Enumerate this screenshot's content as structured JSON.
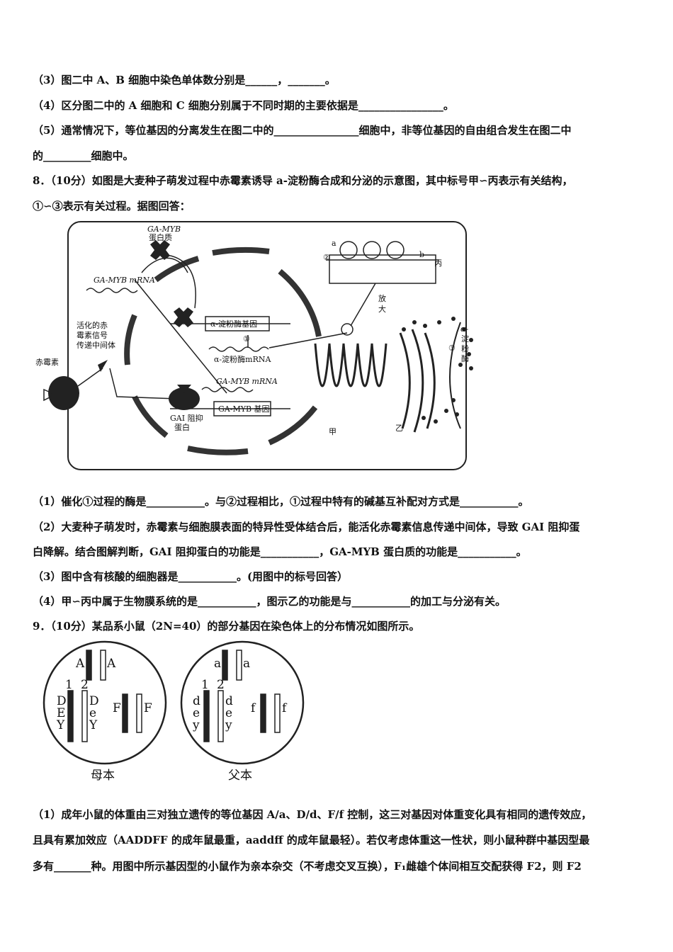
{
  "lines": [
    "（3）图二中 A、B 细胞中染色单体数分别是______，_______。",
    "（4）区分图二中的 A 细胞和 C 细胞分别属于不同时期的主要依据是________________。",
    "（5）通常情况下，等位基因的分离发生在图二中的________________细胞中，非等位基因的自由组合发生在图二中",
    "的_________细胞中。",
    "8．（10分）如图是大麦种子萌发过程中赤霉素诱导 a-淀粉酶合成和分泌的示意图，其中标号甲∽丙表示有关结构，",
    "①∽③表示有关过程。据图回答：",
    "（1）催化①过程的酶是___________。与②过程相比，①过程中特有的碱基互补配对方式是___________。",
    "（2）大麦种子萌发时，赤霉素与细胞膜表面的特异性受体结合后，能活化赤霉素信息传递中间体，导致 GAI 阻抑蛋",
    "白降解。结合图解判断，GAI 阻抑蛋白的功能是___________，GA-MYB 蛋白质的功能是___________。",
    "（3）图中含有核酸的细胞器是___________。(用图中的标号回答）",
    "（4）甲∽丙中属于生物膜系统的是___________，图示乙的功能是与___________的加工与分泌有关。",
    "9．（10分）某品系小鼠（2N=40）的部分基因在染色体上的分布情况如图所示。",
    "（1）成年小鼠的体重由三对独立遗传的等位基因 A/a、D/d、F/f 控制，这三对基因对体重变化具有相同的遗传效应，",
    "且具有累加效应（AADDFF 的成年鼠最重，aaddff 的成年鼠最轻）。若仅考虑体重这一性状，则小鼠种群中基因型最",
    "多有_______种。用图中所示基因型的小鼠作为亲本杂交（不考虑交叉互换），F₁雌雄个体间相互交配获得 F2，则 F2"
  ],
  "diagram1": {
    "labels": {
      "gamyb_protein_1": "GA-MYB",
      "gamyb_protein_2": "蛋白质",
      "gamyb_mrna_top": "GA-MYB mRNA",
      "alpha_gene": "α-淀粉酶基因",
      "step1": "①",
      "alpha_mrna": "α-淀粉酶mRNA",
      "gamyb_mrna_bottom": "GA-MYB mRNA",
      "gamyb_gene": "GA-MYB 基因",
      "gai_1": "GAI 阻抑",
      "gai_2": "蛋白",
      "signal_1": "活化的赤",
      "signal_2": "霉素信号",
      "signal_3": "传递中间体",
      "gibberellin": "赤霉素",
      "label_a": "a",
      "label_b": "b",
      "step2": "②",
      "label_bing": "丙",
      "magnify_1": "放",
      "magnify_2": "大",
      "label_jia": "甲",
      "label_yi": "乙",
      "step3": "③",
      "amylase_1": "α-",
      "amylase_2": "淀",
      "amylase_3": "粉",
      "amylase_4": "酶"
    }
  },
  "diagram2": {
    "mother": {
      "caption": "母本",
      "pair_top": [
        "A",
        "A"
      ],
      "num1": "1",
      "num2": "2",
      "chrom1_genes": [
        "D",
        "E",
        "Y"
      ],
      "chrom2_genes": [
        "D",
        "e",
        "Y"
      ],
      "pair_f": [
        "F",
        "F"
      ]
    },
    "father": {
      "caption": "父本",
      "pair_top": [
        "a",
        "a"
      ],
      "num1": "1",
      "num2": "2",
      "chrom1_genes": [
        "d",
        "e",
        "y"
      ],
      "chrom2_genes": [
        "d",
        "e",
        "y"
      ],
      "pair_f": [
        "f",
        "f"
      ]
    }
  }
}
